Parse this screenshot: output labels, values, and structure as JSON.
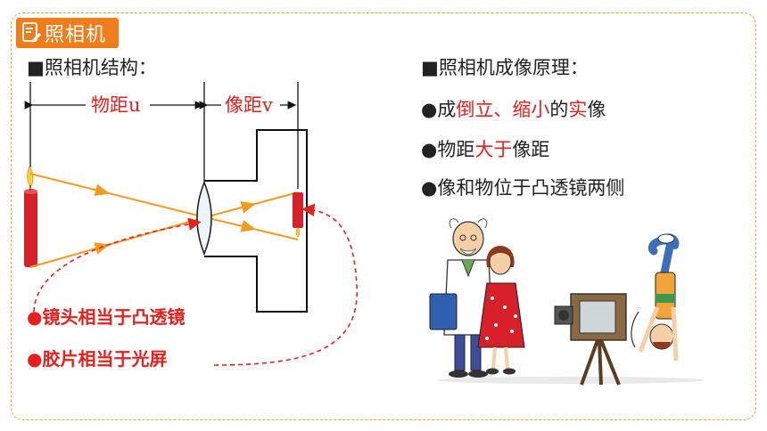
{
  "section_title": "照相机",
  "left_heading": "■照相机结构：",
  "right_heading": "■照相机成像原理：",
  "object_distance_label": "物距u",
  "image_distance_label": "像距v",
  "principles": [
    {
      "bullet": "●",
      "parts": [
        {
          "text": "成",
          "highlight": false
        },
        {
          "text": "倒立",
          "highlight": true
        },
        {
          "text": "、",
          "highlight": true
        },
        {
          "text": "缩小",
          "highlight": true
        },
        {
          "text": "的",
          "highlight": false
        },
        {
          "text": "实",
          "highlight": true
        },
        {
          "text": "像",
          "highlight": false
        }
      ]
    },
    {
      "bullet": "●",
      "parts": [
        {
          "text": "物距",
          "highlight": false
        },
        {
          "text": "大于",
          "highlight": true
        },
        {
          "text": "像距",
          "highlight": false
        }
      ]
    },
    {
      "bullet": "●",
      "parts": [
        {
          "text": "像和物位于凸透镜两侧",
          "highlight": false
        }
      ]
    }
  ],
  "notes": [
    "●镜头相当于凸透镜",
    "●胶片相当于光屏"
  ],
  "colors": {
    "accent": "#f07d1b",
    "ray": "#f39a1f",
    "highlight": "#e8201d",
    "candle": "#d8202a"
  }
}
